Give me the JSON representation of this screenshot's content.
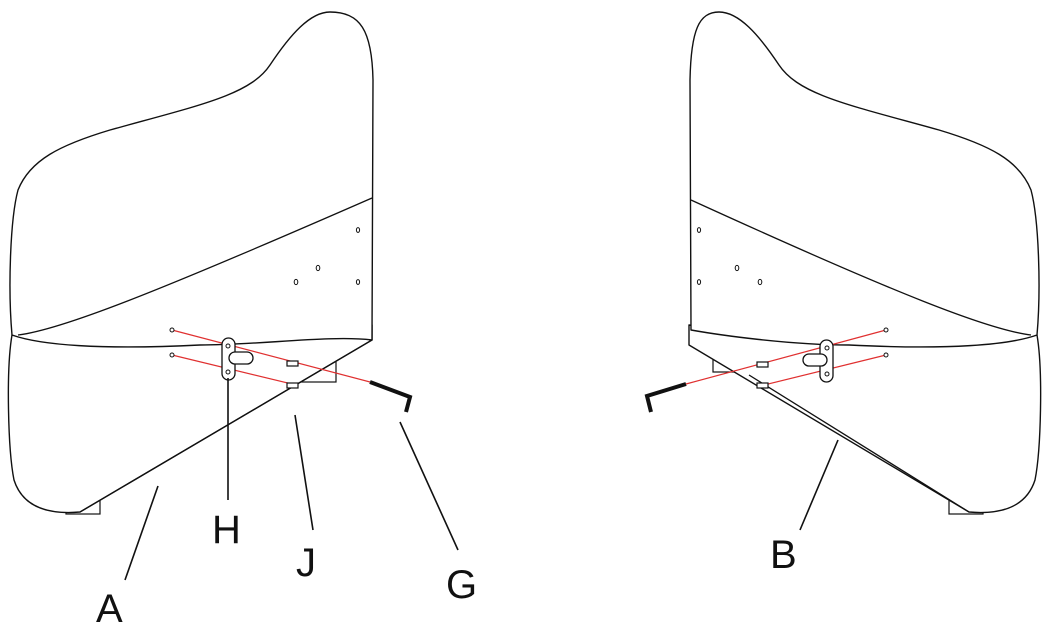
{
  "labels": {
    "A": "A",
    "B": "B",
    "G": "G",
    "H": "H",
    "J": "J"
  },
  "colors": {
    "guide_line": "#e03030",
    "outline": "#111111"
  }
}
